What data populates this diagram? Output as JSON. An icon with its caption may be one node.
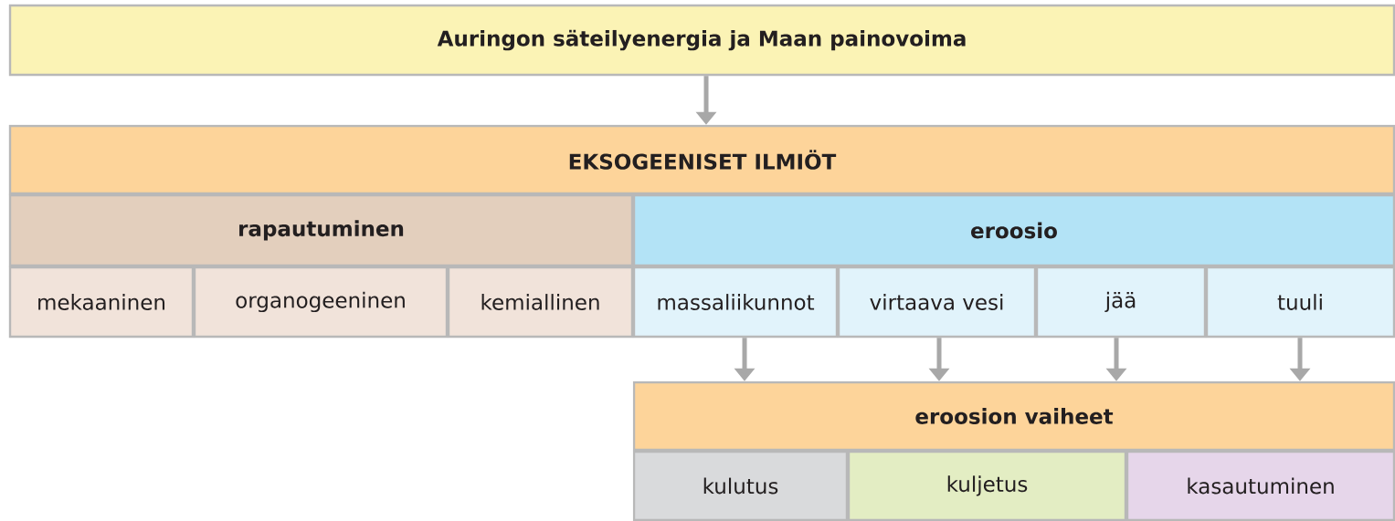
{
  "diagram": {
    "nodes": [
      {
        "text": [
          "Auringon säteilyenergia ja Maan painovoima"
        ]
      },
      {
        "text": [
          "EKSOGEENISET ILMIÖT"
        ]
      },
      {
        "text": [
          "rapautuminen"
        ]
      },
      {
        "text": [
          "eroosio"
        ]
      },
      {
        "text": [
          "mekaaninen"
        ]
      },
      {
        "text": [
          "organogeeninen"
        ]
      },
      {
        "text": [
          "kemiallinen"
        ]
      },
      {
        "text": [
          "massaliikunnot"
        ]
      },
      {
        "text": [
          "virtaava vesi"
        ]
      },
      {
        "text": [
          "jää"
        ]
      },
      {
        "text": [
          "tuuli"
        ]
      },
      {
        "text": [
          "eroosion vaiheet"
        ]
      },
      {
        "text": [
          "kulutus"
        ]
      },
      {
        "text": [
          "kuljetus"
        ]
      },
      {
        "text": [
          "kasautuminen"
        ]
      }
    ],
    "edges": [
      {
        "from": 0,
        "to": 1,
        "arrow": "to"
      },
      {
        "from": 7,
        "to": 11,
        "arrow": "to"
      },
      {
        "from": 8,
        "to": 11,
        "arrow": "to"
      },
      {
        "from": 9,
        "to": 11,
        "arrow": "to"
      },
      {
        "from": 10,
        "to": 11,
        "arrow": "to"
      }
    ]
  }
}
